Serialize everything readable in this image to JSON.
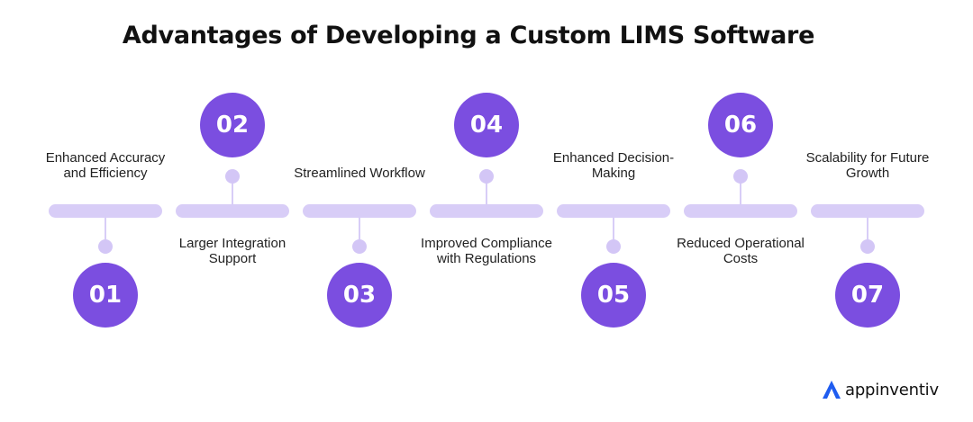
{
  "title": "Advantages of Developing a Custom LIMS Software",
  "accent_color": "#7b4ee0",
  "track_color": "#d8cdf7",
  "steps": [
    {
      "number": "01",
      "label": "Enhanced Accuracy and Efficiency"
    },
    {
      "number": "02",
      "label": "Larger Integration Support"
    },
    {
      "number": "03",
      "label": "Streamlined Workflow"
    },
    {
      "number": "04",
      "label": "Improved Compliance with Regulations"
    },
    {
      "number": "05",
      "label": "Enhanced Decision-Making"
    },
    {
      "number": "06",
      "label": "Reduced Operational Costs"
    },
    {
      "number": "07",
      "label": "Scalability for Future Growth"
    }
  ],
  "brand": {
    "name": "appinventiv",
    "icon": "appinventiv-logo-icon"
  }
}
